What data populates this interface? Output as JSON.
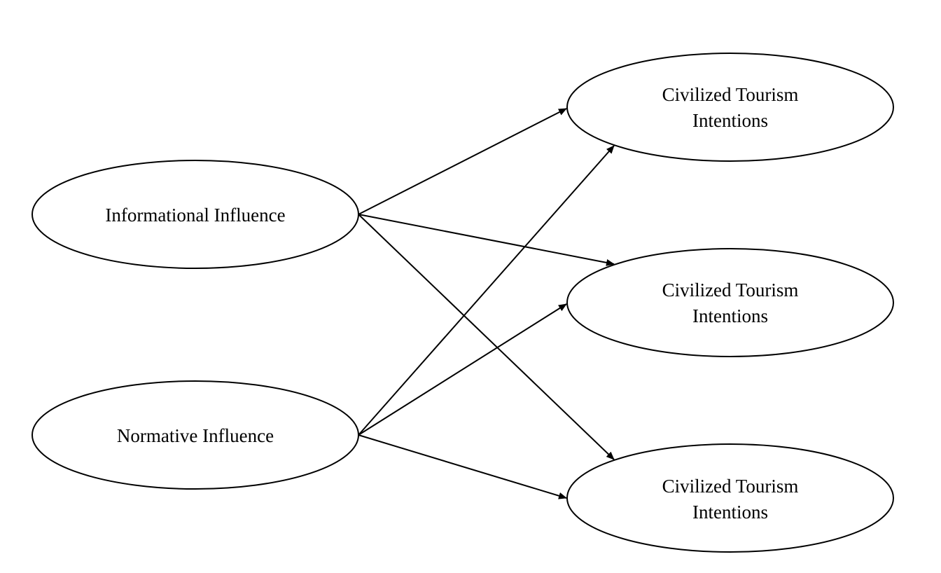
{
  "nodes": [
    {
      "id": "informational",
      "lines": [
        "Informational Influence"
      ]
    },
    {
      "id": "normative",
      "lines": [
        "Normative Influence"
      ]
    },
    {
      "id": "outcome_top",
      "lines": [
        "Civilized Tourism",
        "Intentions"
      ]
    },
    {
      "id": "outcome_middle",
      "lines": [
        "Civilized Tourism",
        "Intentions"
      ]
    },
    {
      "id": "outcome_bottom",
      "lines": [
        "Civilized Tourism",
        "Intentions"
      ]
    }
  ],
  "edges": [
    {
      "from": "informational",
      "to": "outcome_top"
    },
    {
      "from": "informational",
      "to": "outcome_middle"
    },
    {
      "from": "informational",
      "to": "outcome_bottom"
    },
    {
      "from": "normative",
      "to": "outcome_top"
    },
    {
      "from": "normative",
      "to": "outcome_middle"
    },
    {
      "from": "normative",
      "to": "outcome_bottom"
    }
  ],
  "colors": {
    "stroke": "#000000",
    "background": "#ffffff"
  }
}
